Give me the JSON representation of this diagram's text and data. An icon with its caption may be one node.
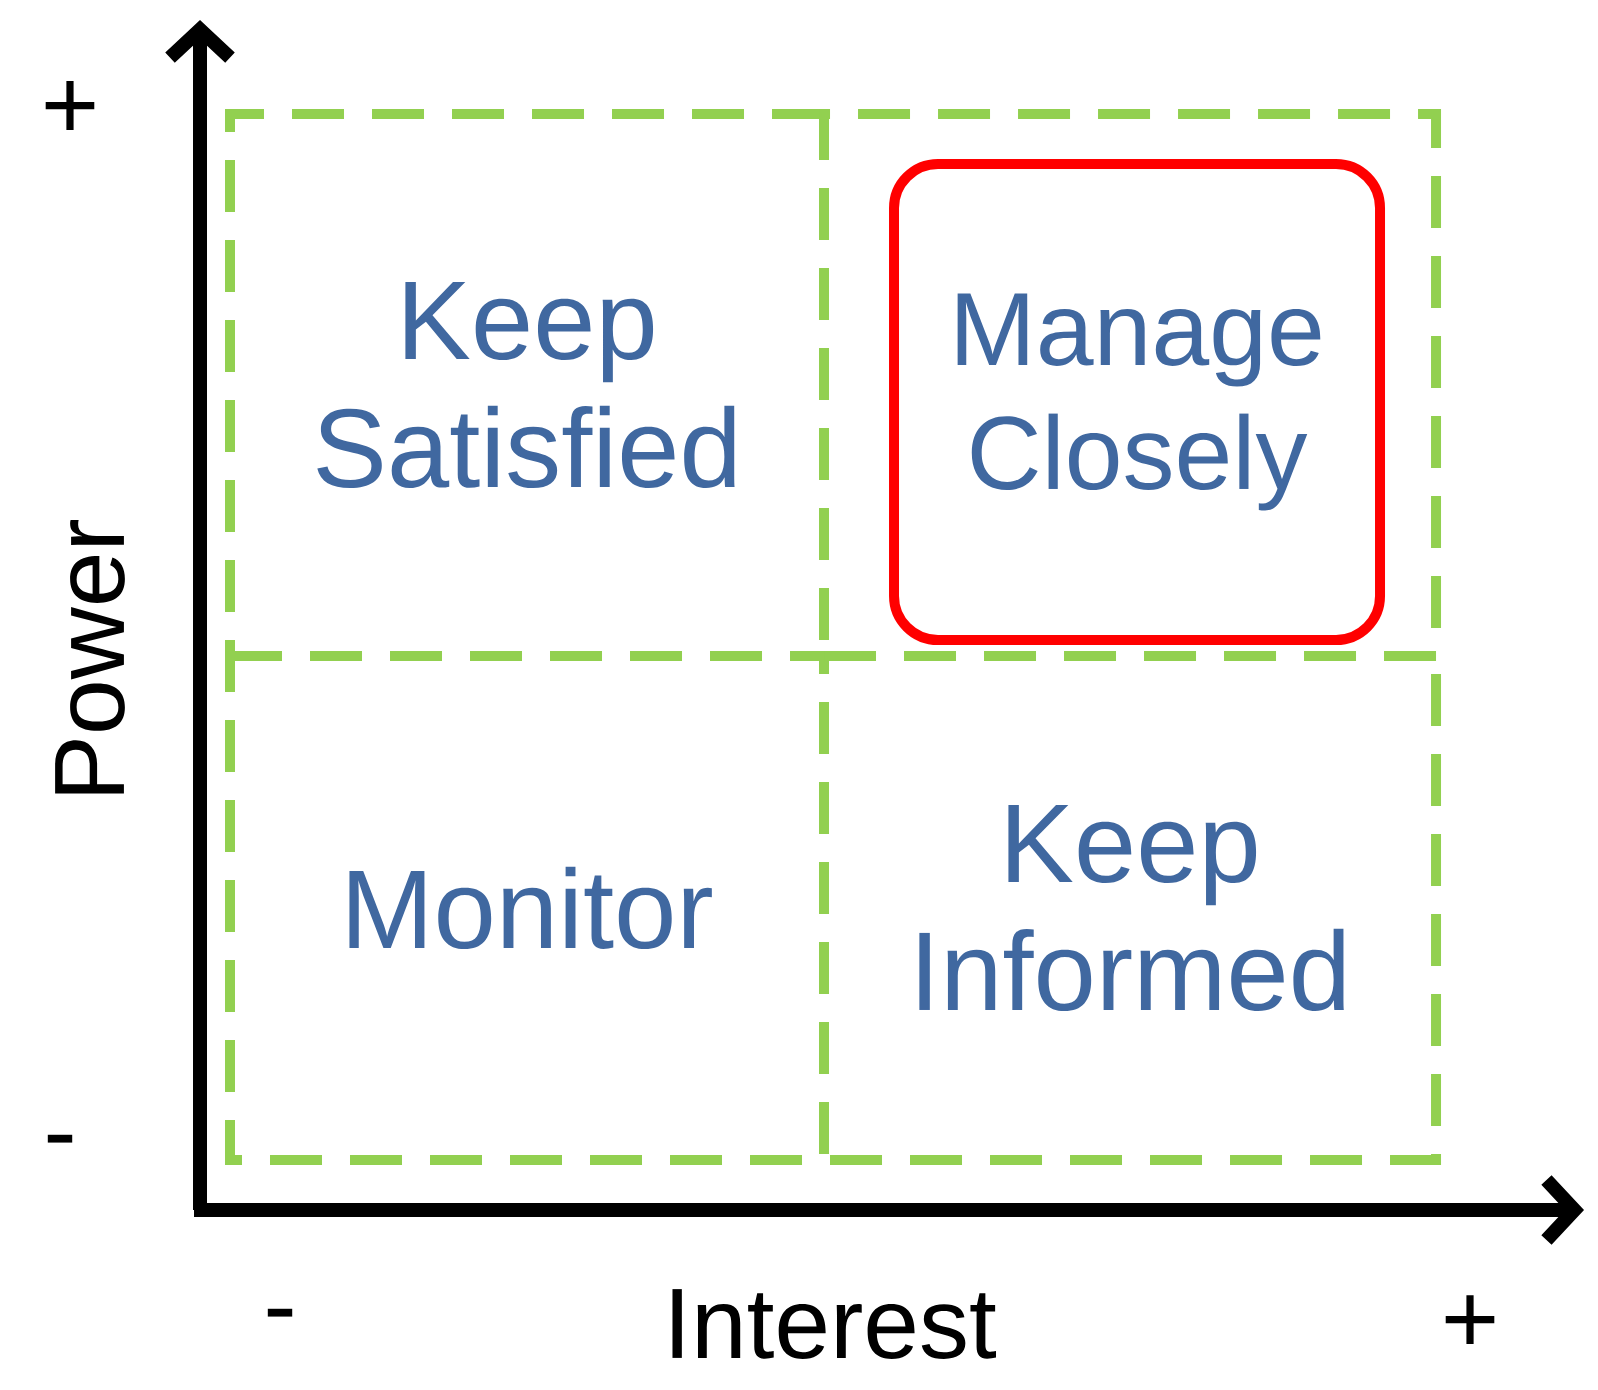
{
  "diagram": {
    "nodes": [
      {
        "text": [
          "Keep Satisfied"
        ]
      },
      {
        "text": [],
        "shape": "box"
      },
      {
        "text": [
          "Manage Closely"
        ],
        "in": 1
      },
      {
        "text": [
          "Monitor"
        ]
      },
      {
        "text": [
          "Keep Informed"
        ]
      }
    ],
    "labels": [
      "+",
      "Power",
      "-",
      "-",
      "Interest",
      "+"
    ]
  }
}
